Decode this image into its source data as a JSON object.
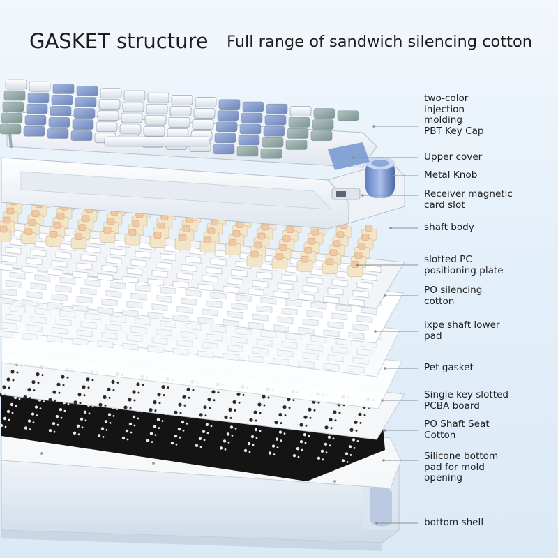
{
  "header": {
    "title": "GASKET structure",
    "subtitle": "Full range of sandwich silencing cotton"
  },
  "colors": {
    "background": "#e4f0f9",
    "text": "#1d1d1d",
    "leader_line": "#8a9098",
    "keycap_blue": "#7f98cc",
    "keycap_sage": "#8fa6a2",
    "keycap_white": "#eef1f5",
    "switch_cream": "#f3e5c8",
    "switch_peach": "#f0c8a4",
    "pcb_black": "#141414",
    "plate_white": "#ffffff"
  },
  "components": [
    {
      "id": "keycap",
      "label": "two-color injection molding PBT Key Cap",
      "lines": [
        "two-color",
        "injection",
        "molding",
        "PBT Key Cap"
      ]
    },
    {
      "id": "upper-cover",
      "label": "Upper cover",
      "lines": [
        "Upper cover"
      ]
    },
    {
      "id": "metal-knob",
      "label": "Metal Knob",
      "lines": [
        "Metal Knob"
      ]
    },
    {
      "id": "receiver-slot",
      "label": "Receiver magnetic card slot",
      "lines": [
        "Receiver magnetic",
        "card slot"
      ]
    },
    {
      "id": "shaft-body",
      "label": "shaft body",
      "lines": [
        "shaft body"
      ]
    },
    {
      "id": "pc-plate",
      "label": "slotted PC positioning plate",
      "lines": [
        "slotted PC",
        "positioning plate"
      ]
    },
    {
      "id": "po-cotton",
      "label": "PO silencing cotton",
      "lines": [
        "PO silencing",
        "cotton"
      ]
    },
    {
      "id": "ixpe-pad",
      "label": "ixpe shaft lower pad",
      "lines": [
        "ixpe shaft lower",
        "pad"
      ]
    },
    {
      "id": "pet-gasket",
      "label": "Pet gasket",
      "lines": [
        "Pet gasket"
      ]
    },
    {
      "id": "pcba-board",
      "label": "Single key slotted PCBA board",
      "lines": [
        "Single key slotted",
        "PCBA board"
      ]
    },
    {
      "id": "po-seat-cotton",
      "label": "PO Shaft Seat Cotton",
      "lines": [
        "PO Shaft Seat",
        "Cotton"
      ]
    },
    {
      "id": "silicone-pad",
      "label": "Silicone bottom pad for mold opening",
      "lines": [
        "Silicone bottom",
        "pad for mold",
        "opening"
      ]
    },
    {
      "id": "bottom-shell",
      "label": "bottom shell",
      "lines": [
        "bottom shell"
      ]
    }
  ]
}
